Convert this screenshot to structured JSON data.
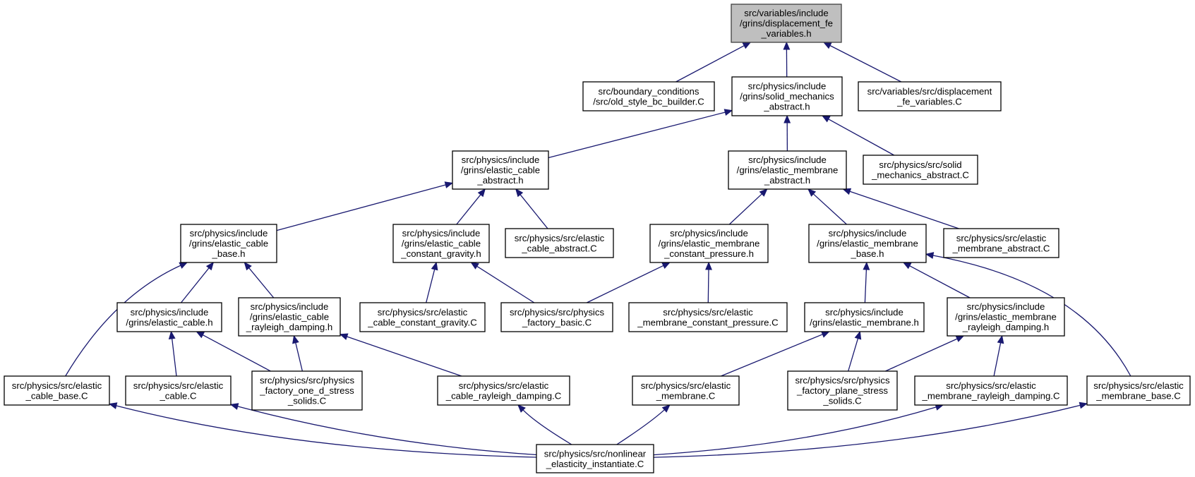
{
  "nodes": [
    {
      "id": "n0",
      "root": true,
      "lines": [
        "src/variables/include",
        "/grins/displacement_fe",
        "_variables.h"
      ]
    },
    {
      "id": "n1",
      "lines": [
        "src/boundary_conditions",
        "/src/old_style_bc_builder.C"
      ]
    },
    {
      "id": "n2",
      "lines": [
        "src/physics/include",
        "/grins/solid_mechanics",
        "_abstract.h"
      ]
    },
    {
      "id": "n3",
      "lines": [
        "src/variables/src/displacement",
        "_fe_variables.C"
      ]
    },
    {
      "id": "n4",
      "lines": [
        "src/physics/include",
        "/grins/elastic_cable",
        "_abstract.h"
      ]
    },
    {
      "id": "n5",
      "lines": [
        "src/physics/include",
        "/grins/elastic_membrane",
        "_abstract.h"
      ]
    },
    {
      "id": "n6",
      "lines": [
        "src/physics/src/solid",
        "_mechanics_abstract.C"
      ]
    },
    {
      "id": "n7",
      "lines": [
        "src/physics/include",
        "/grins/elastic_cable",
        "_base.h"
      ]
    },
    {
      "id": "n8",
      "lines": [
        "src/physics/include",
        "/grins/elastic_cable",
        "_constant_gravity.h"
      ]
    },
    {
      "id": "n9",
      "lines": [
        "src/physics/src/elastic",
        "_cable_abstract.C"
      ]
    },
    {
      "id": "n10",
      "lines": [
        "src/physics/include",
        "/grins/elastic_membrane",
        "_constant_pressure.h"
      ]
    },
    {
      "id": "n11",
      "lines": [
        "src/physics/include",
        "/grins/elastic_membrane",
        "_base.h"
      ]
    },
    {
      "id": "n12",
      "lines": [
        "src/physics/src/elastic",
        "_membrane_abstract.C"
      ]
    },
    {
      "id": "n13",
      "lines": [
        "src/physics/include",
        "/grins/elastic_cable.h"
      ]
    },
    {
      "id": "n14",
      "lines": [
        "src/physics/include",
        "/grins/elastic_cable",
        "_rayleigh_damping.h"
      ]
    },
    {
      "id": "n15",
      "lines": [
        "src/physics/src/elastic",
        "_cable_constant_gravity.C"
      ]
    },
    {
      "id": "n16",
      "lines": [
        "src/physics/src/physics",
        "_factory_basic.C"
      ]
    },
    {
      "id": "n17",
      "lines": [
        "src/physics/src/elastic",
        "_membrane_constant_pressure.C"
      ]
    },
    {
      "id": "n18",
      "lines": [
        "src/physics/include",
        "/grins/elastic_membrane.h"
      ]
    },
    {
      "id": "n19",
      "lines": [
        "src/physics/include",
        "/grins/elastic_membrane",
        "_rayleigh_damping.h"
      ]
    },
    {
      "id": "n20",
      "lines": [
        "src/physics/src/elastic",
        "_cable_base.C"
      ]
    },
    {
      "id": "n21",
      "lines": [
        "src/physics/src/elastic",
        "_cable.C"
      ]
    },
    {
      "id": "n22",
      "lines": [
        "src/physics/src/physics",
        "_factory_one_d_stress",
        "_solids.C"
      ]
    },
    {
      "id": "n23",
      "lines": [
        "src/physics/src/elastic",
        "_cable_rayleigh_damping.C"
      ]
    },
    {
      "id": "n24",
      "lines": [
        "src/physics/src/elastic",
        "_membrane.C"
      ]
    },
    {
      "id": "n25",
      "lines": [
        "src/physics/src/physics",
        "_factory_plane_stress",
        "_solids.C"
      ]
    },
    {
      "id": "n26",
      "lines": [
        "src/physics/src/elastic",
        "_membrane_rayleigh_damping.C"
      ]
    },
    {
      "id": "n27",
      "lines": [
        "src/physics/src/elastic",
        "_membrane_base.C"
      ]
    },
    {
      "id": "n28",
      "lines": [
        "src/physics/src/nonlinear",
        "_elasticity_instantiate.C"
      ]
    }
  ],
  "edges": [
    {
      "from": "n1",
      "to": "n0"
    },
    {
      "from": "n2",
      "to": "n0"
    },
    {
      "from": "n3",
      "to": "n0"
    },
    {
      "from": "n4",
      "to": "n2"
    },
    {
      "from": "n5",
      "to": "n2"
    },
    {
      "from": "n6",
      "to": "n2"
    },
    {
      "from": "n7",
      "to": "n4"
    },
    {
      "from": "n8",
      "to": "n4"
    },
    {
      "from": "n9",
      "to": "n4"
    },
    {
      "from": "n10",
      "to": "n5"
    },
    {
      "from": "n11",
      "to": "n5"
    },
    {
      "from": "n12",
      "to": "n5"
    },
    {
      "from": "n20",
      "to": "n7"
    },
    {
      "from": "n13",
      "to": "n7"
    },
    {
      "from": "n14",
      "to": "n7"
    },
    {
      "from": "n15",
      "to": "n8"
    },
    {
      "from": "n16",
      "to": "n8"
    },
    {
      "from": "n16",
      "to": "n10"
    },
    {
      "from": "n17",
      "to": "n10"
    },
    {
      "from": "n18",
      "to": "n11"
    },
    {
      "from": "n19",
      "to": "n11"
    },
    {
      "from": "n27",
      "to": "n11"
    },
    {
      "from": "n21",
      "to": "n13"
    },
    {
      "from": "n22",
      "to": "n13"
    },
    {
      "from": "n22",
      "to": "n14"
    },
    {
      "from": "n23",
      "to": "n14"
    },
    {
      "from": "n24",
      "to": "n18"
    },
    {
      "from": "n25",
      "to": "n18"
    },
    {
      "from": "n25",
      "to": "n19"
    },
    {
      "from": "n26",
      "to": "n19"
    },
    {
      "from": "n28",
      "to": "n20"
    },
    {
      "from": "n28",
      "to": "n21"
    },
    {
      "from": "n28",
      "to": "n23"
    },
    {
      "from": "n28",
      "to": "n24"
    },
    {
      "from": "n28",
      "to": "n26"
    },
    {
      "from": "n28",
      "to": "n27"
    }
  ],
  "colors": {
    "edge": "#191970",
    "root_fill": "#bfbfbf",
    "node_fill": "#ffffff",
    "node_border": "#000000"
  }
}
